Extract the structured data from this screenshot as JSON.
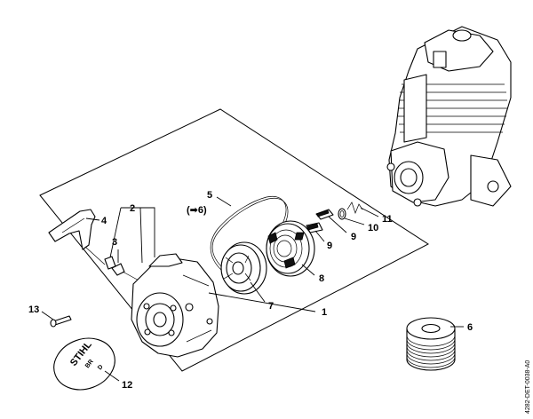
{
  "callouts": {
    "c1": "1",
    "c2": "2",
    "c3": "3",
    "c4": "4",
    "c5": "5",
    "c5_ref": "(➡6)",
    "c6": "6",
    "c7": "7",
    "c8": "8",
    "c9a": "9",
    "c9b": "9",
    "c10": "10",
    "c11": "11",
    "c12": "12",
    "c13": "13"
  },
  "cover_logo": {
    "brand": "STIHL",
    "model": "BR",
    "suffix": "D"
  },
  "drawing_code": "4282-DET-0038-A0"
}
